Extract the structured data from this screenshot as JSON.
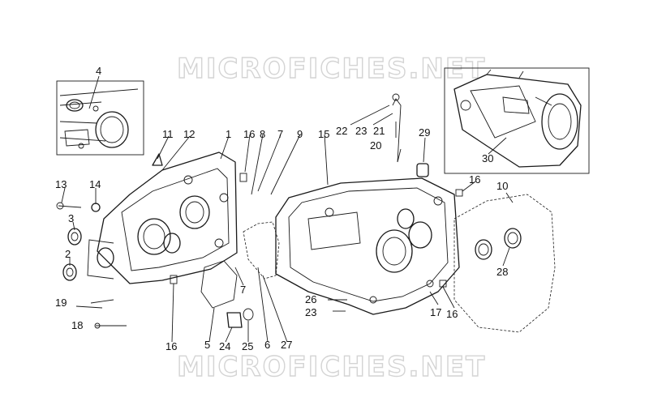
{
  "watermark": {
    "top_text": "MICROFICHES.NET",
    "bottom_text": "MICROFICHES.NET"
  },
  "callouts": {
    "c1": "1",
    "c2": "2",
    "c3": "3",
    "c4": "4",
    "c5": "5",
    "c6": "6",
    "c7a": "7",
    "c7b": "7",
    "c8": "8",
    "c9": "9",
    "c10": "10",
    "c11": "11",
    "c12": "12",
    "c13": "13",
    "c14": "14",
    "c15": "15",
    "c16a": "16",
    "c16b": "16",
    "c16c": "16",
    "c16d": "16",
    "c17": "17",
    "c18": "18",
    "c19": "19",
    "c20": "20",
    "c21": "21",
    "c22": "22",
    "c23a": "23",
    "c23b": "23",
    "c24": "24",
    "c25": "25",
    "c26": "26",
    "c27": "27",
    "c28": "28",
    "c29": "29",
    "c30": "30"
  }
}
